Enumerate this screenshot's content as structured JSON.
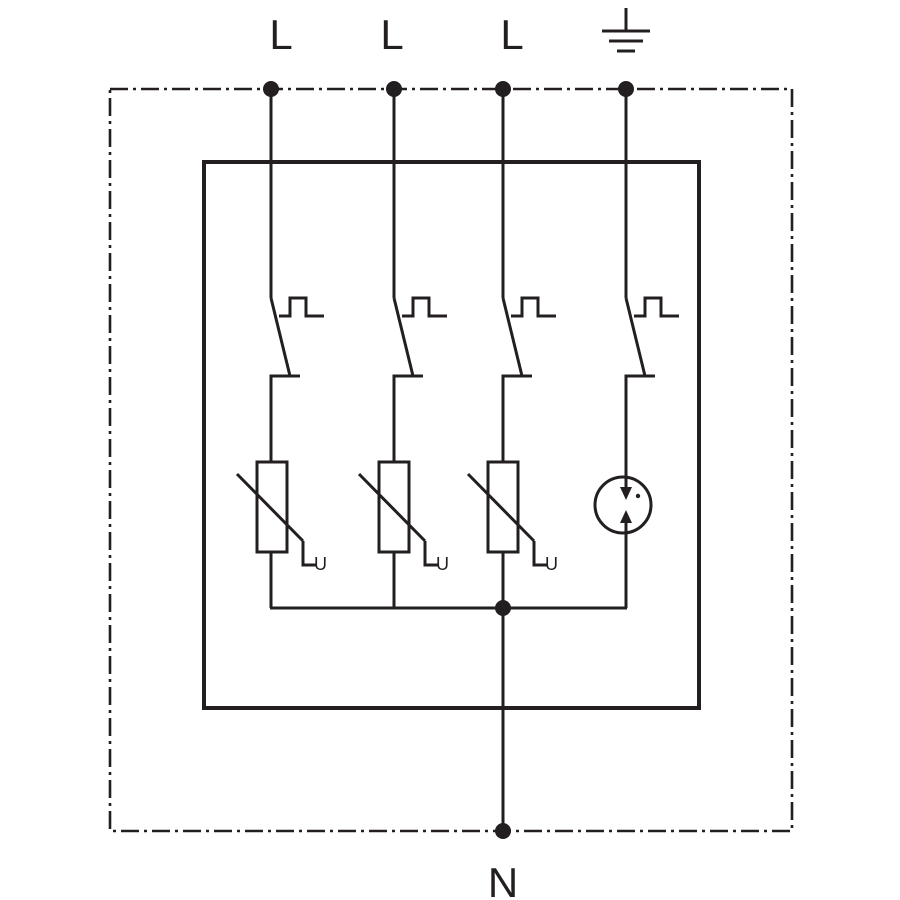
{
  "terminals": {
    "line_1": "L",
    "line_2": "L",
    "line_3": "L",
    "neutral": "N",
    "earth_icon": "earth-ground-icon"
  },
  "varistors": [
    {
      "label": "U",
      "icon": "varistor-icon"
    },
    {
      "label": "U",
      "icon": "varistor-icon"
    },
    {
      "label": "U",
      "icon": "varistor-icon"
    }
  ],
  "gas_discharge_tube": {
    "icon": "spark-gap-icon"
  },
  "disconnectors": [
    {
      "icon": "thermal-disconnector-icon"
    },
    {
      "icon": "thermal-disconnector-icon"
    },
    {
      "icon": "thermal-disconnector-icon"
    },
    {
      "icon": "thermal-disconnector-icon"
    }
  ],
  "colors": {
    "stroke": "#231f20",
    "background": "#ffffff"
  }
}
